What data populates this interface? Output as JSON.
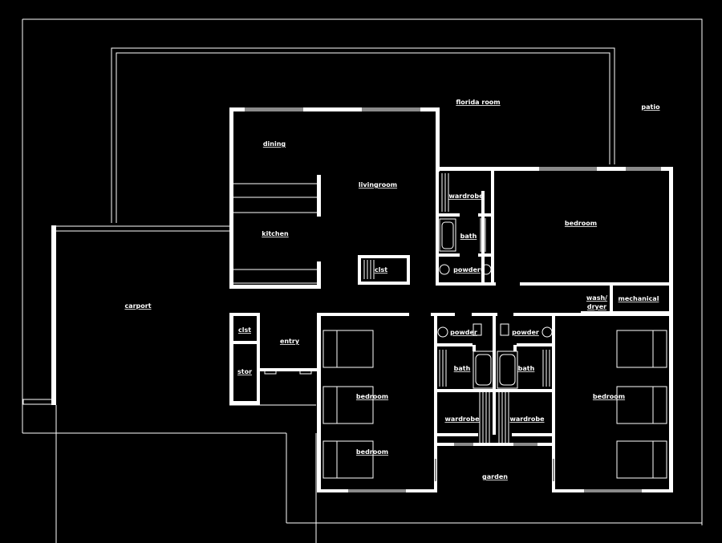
{
  "plan": {
    "background": "#000000",
    "line_color": "#ffffff",
    "window_color": "#8a8a8a",
    "rooms": {
      "florida_room": "florida room",
      "patio": "patio",
      "dining": "dining",
      "livingroom": "livingroom",
      "kitchen": "kitchen",
      "clst_living": "clst",
      "wardrobe_master": "wardrobe",
      "bath_master": "bath",
      "powder_master": "powder",
      "bedroom_master": "bedroom",
      "wash": "wash/",
      "dryer": "dryer",
      "mechanical": "mechanical",
      "carport": "carport",
      "clst_entry": "clst",
      "stor": "stor",
      "entry": "entry",
      "powder_left": "powder",
      "powder_right": "powder",
      "bath_left": "bath",
      "bath_right": "bath",
      "bedroom_left_upper": "bedroom",
      "bedroom_left_lower": "bedroom",
      "bedroom_right": "bedroom",
      "wardrobe_left": "wardrobe",
      "wardrobe_right": "wardrobe",
      "garden": "garden"
    }
  }
}
